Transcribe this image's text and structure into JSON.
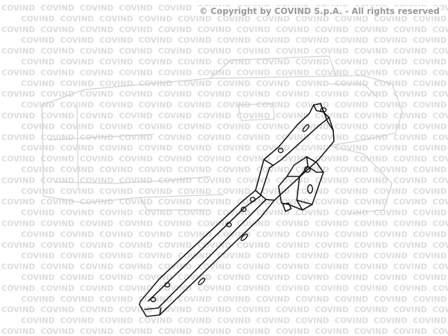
{
  "copyright": "© Copyright by COVIND S.p.A. - All rights reserved",
  "watermark": {
    "word": "COVIND",
    "color": "#dcdcdc"
  },
  "drawing": {
    "line_color": "#111111",
    "ghost_color": "#cfcfcf",
    "part": "bracket-assembly"
  }
}
